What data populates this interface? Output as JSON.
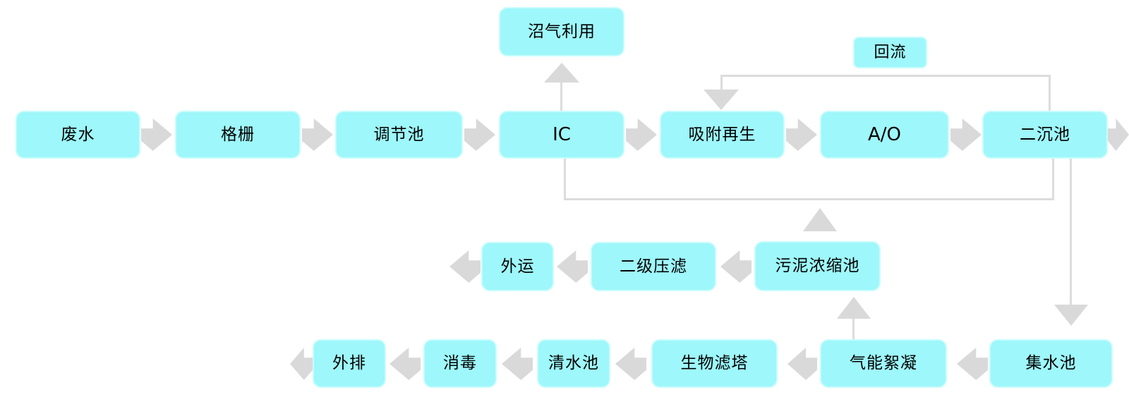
{
  "colors": {
    "box_fill": "#9EF7FA",
    "box_border": "#C8FCFD",
    "arrow_gray": "#D9D9D9",
    "line_gray": "#DCDCDC",
    "text": "#000000",
    "background": "#FFFFFF"
  },
  "nodes": {
    "wastewater": {
      "label": "废水"
    },
    "bar_screen": {
      "label": "格栅"
    },
    "regulating_tank": {
      "label": "调节池"
    },
    "ic_reactor": {
      "label": "IC"
    },
    "adsorption_regeneration": {
      "label": "吸附再生"
    },
    "ao_process": {
      "label": "A/O"
    },
    "secondary_clarifier": {
      "label": "二沉池"
    },
    "biogas_utilization": {
      "label": "沼气利用"
    },
    "reflux": {
      "label": "回流"
    },
    "outward_transport": {
      "label": "外运"
    },
    "secondary_filter_press": {
      "label": "二级压滤"
    },
    "sludge_thickener": {
      "label": "污泥浓缩池"
    },
    "discharge": {
      "label": "外排"
    },
    "disinfection": {
      "label": "消毒"
    },
    "clean_water_tank": {
      "label": "清水池"
    },
    "bio_filter_tower": {
      "label": "生物滤塔"
    },
    "gas_flocculation": {
      "label": "气能絮凝"
    },
    "collection_tank": {
      "label": "集水池"
    }
  },
  "flows": {
    "top_row": [
      "废水",
      "格栅",
      "调节池",
      "IC",
      "吸附再生",
      "A/O",
      "二沉池",
      "→出"
    ],
    "middle_row_right_to_left": [
      "污泥浓缩池",
      "二级压滤",
      "外运",
      "←出"
    ],
    "bottom_row_right_to_left": [
      "集水池",
      "气能絮凝",
      "生物滤塔",
      "清水池",
      "消毒",
      "外排",
      "←出"
    ],
    "branches": [
      {
        "between": [
          "IC",
          "沼气利用"
        ],
        "arrow": "up"
      },
      {
        "between": [
          "二沉池",
          "吸附再生"
        ],
        "label": "回流",
        "arrow": "down-into-吸附再生"
      },
      {
        "between": [
          "IC",
          "二沉池"
        ],
        "note": "底部污泥管线, 线上方于污泥浓缩池处有向上箭头"
      },
      {
        "between": [
          "二沉池",
          "集水池"
        ],
        "arrow": "down"
      },
      {
        "between": [
          "气能絮凝",
          "污泥浓缩池"
        ],
        "arrow": "up"
      }
    ]
  }
}
